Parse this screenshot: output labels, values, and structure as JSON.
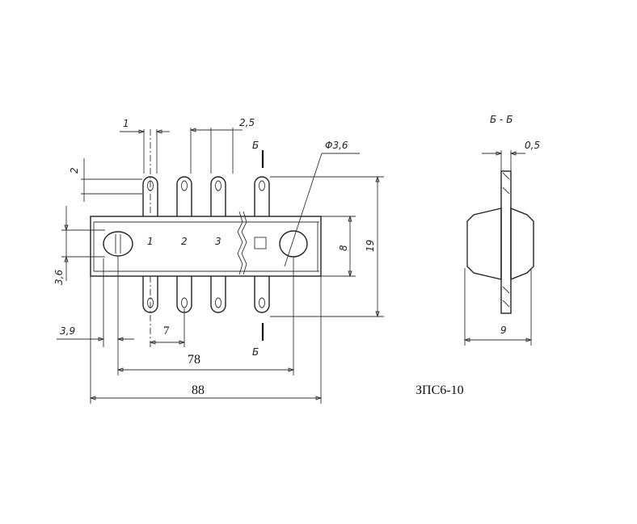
{
  "drawing": {
    "model_label": "ЗПС6-10",
    "section_title": "Б - Б",
    "section_marker_top": "Б",
    "section_marker_bottom": "Б",
    "pin_numbers": [
      "1",
      "2",
      "3"
    ],
    "dimensions": {
      "pin_width": "1",
      "gap": "2,5",
      "hole_diameter": "Φ3,6",
      "tab_height": "2",
      "hole_height": "3,6",
      "body_height": "8",
      "overall_height": "19",
      "edge_offset": "3,9",
      "pitch": "7",
      "hole_spacing": "78",
      "overall_length": "88",
      "plate_thickness": "0,5",
      "section_width": "9"
    }
  }
}
